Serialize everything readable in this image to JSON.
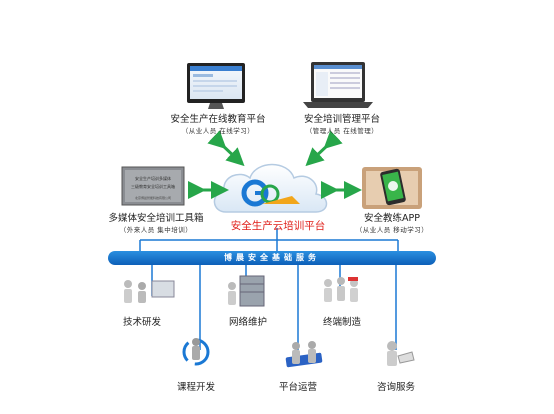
{
  "center": {
    "title": "安全生产云培训平台"
  },
  "nodes": {
    "top_left": {
      "title": "安全生产在线教育平台",
      "subtitle": "（从业人员 在线学习）"
    },
    "top_right": {
      "title": "安全培训管理平台",
      "subtitle": "（管理人员 在线管理）"
    },
    "left": {
      "title": "多媒体安全培训工具箱",
      "subtitle": "（外来人员 集中培训）"
    },
    "right": {
      "title": "安全教练APP",
      "subtitle": "（从业人员 移动学习）"
    }
  },
  "toolbox_text": {
    "line1": "安全生产培训多媒体",
    "line2": "三级教育安全培训工具箱",
    "footer": "北京博晨智能科技有限公司"
  },
  "foundation": {
    "label": "博晨安全基础服务"
  },
  "services": [
    {
      "label": "技术研发",
      "icon": "researchers-icon"
    },
    {
      "label": "网络维护",
      "icon": "server-maintenance-icon"
    },
    {
      "label": "终端制造",
      "icon": "manufacturing-icon"
    },
    {
      "label": "课程开发",
      "icon": "course-development-icon"
    },
    {
      "label": "平台运营",
      "icon": "operation-icon"
    },
    {
      "label": "咨询服务",
      "icon": "consulting-icon"
    }
  ],
  "colors": {
    "accent_blue": "#1a78d4",
    "arrow_green": "#27a64a",
    "title_red": "#e0201a"
  }
}
